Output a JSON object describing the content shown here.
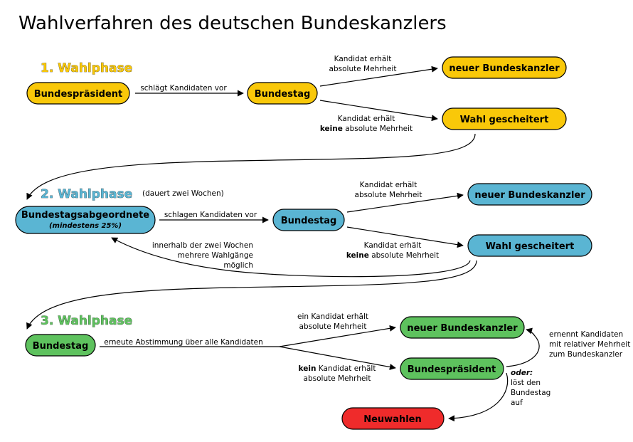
{
  "title": "Wahlverfahren des deutschen Bundeskanzlers",
  "colors": {
    "phase1": "#f9c809",
    "phase2": "#5ab5d3",
    "phase3": "#5ec25e",
    "neuwahlen": "#ef2b2b"
  },
  "phase1": {
    "heading": "1. Wahlphase",
    "nodes": {
      "praesident": "Bundespräsident",
      "bundestag": "Bundestag",
      "kanzler": "neuer Bundeskanzler",
      "gescheitert": "Wahl gescheitert"
    },
    "edges": {
      "vorschlag": "schlägt Kandidaten vor",
      "absolut_1": "Kandidat erhält",
      "absolut_2": "absolute Mehrheit",
      "keine_1": "Kandidat erhält",
      "keine_2_bold": "keine",
      "keine_2_rest": " absolute Mehrheit"
    }
  },
  "phase2": {
    "heading": "2. Wahlphase",
    "note": "(dauert zwei Wochen)",
    "nodes": {
      "abgeordnete": "Bundestagsabgeordnete",
      "abgeordnete_sub": "(mindestens 25%)",
      "bundestag": "Bundestag",
      "kanzler": "neuer Bundeskanzler",
      "gescheitert": "Wahl gescheitert"
    },
    "edges": {
      "vorschlag": "schlagen Kandidaten vor",
      "absolut_1": "Kandidat erhält",
      "absolut_2": "absolute Mehrheit",
      "keine_1": "Kandidat erhält",
      "keine_2_bold": "keine",
      "keine_2_rest": " absolute Mehrheit",
      "schleife_1": "innerhalb der zwei Wochen",
      "schleife_2": "mehrere Wahlgänge",
      "schleife_3": "möglich"
    }
  },
  "phase3": {
    "heading": "3. Wahlphase",
    "nodes": {
      "bundestag": "Bundestag",
      "kanzler": "neuer Bundeskanzler",
      "praesident": "Bundespräsident",
      "neuwahlen": "Neuwahlen"
    },
    "edges": {
      "abstimmung": "erneute Abstimmung über alle Kandidaten",
      "absolut_1": "ein Kandidat erhält",
      "absolut_2": "absolute Mehrheit",
      "kein_1_bold": "kein",
      "kein_1_rest": " Kandidat erhält",
      "kein_2": "absolute Mehrheit",
      "ernennt_1": "ernennt Kandidaten",
      "ernennt_2": "mit relativer Mehrheit",
      "ernennt_3": "zum Bundeskanzler",
      "oder": "oder:",
      "loest_1": "löst den",
      "loest_2": "Bundestag",
      "loest_3": "auf"
    }
  }
}
